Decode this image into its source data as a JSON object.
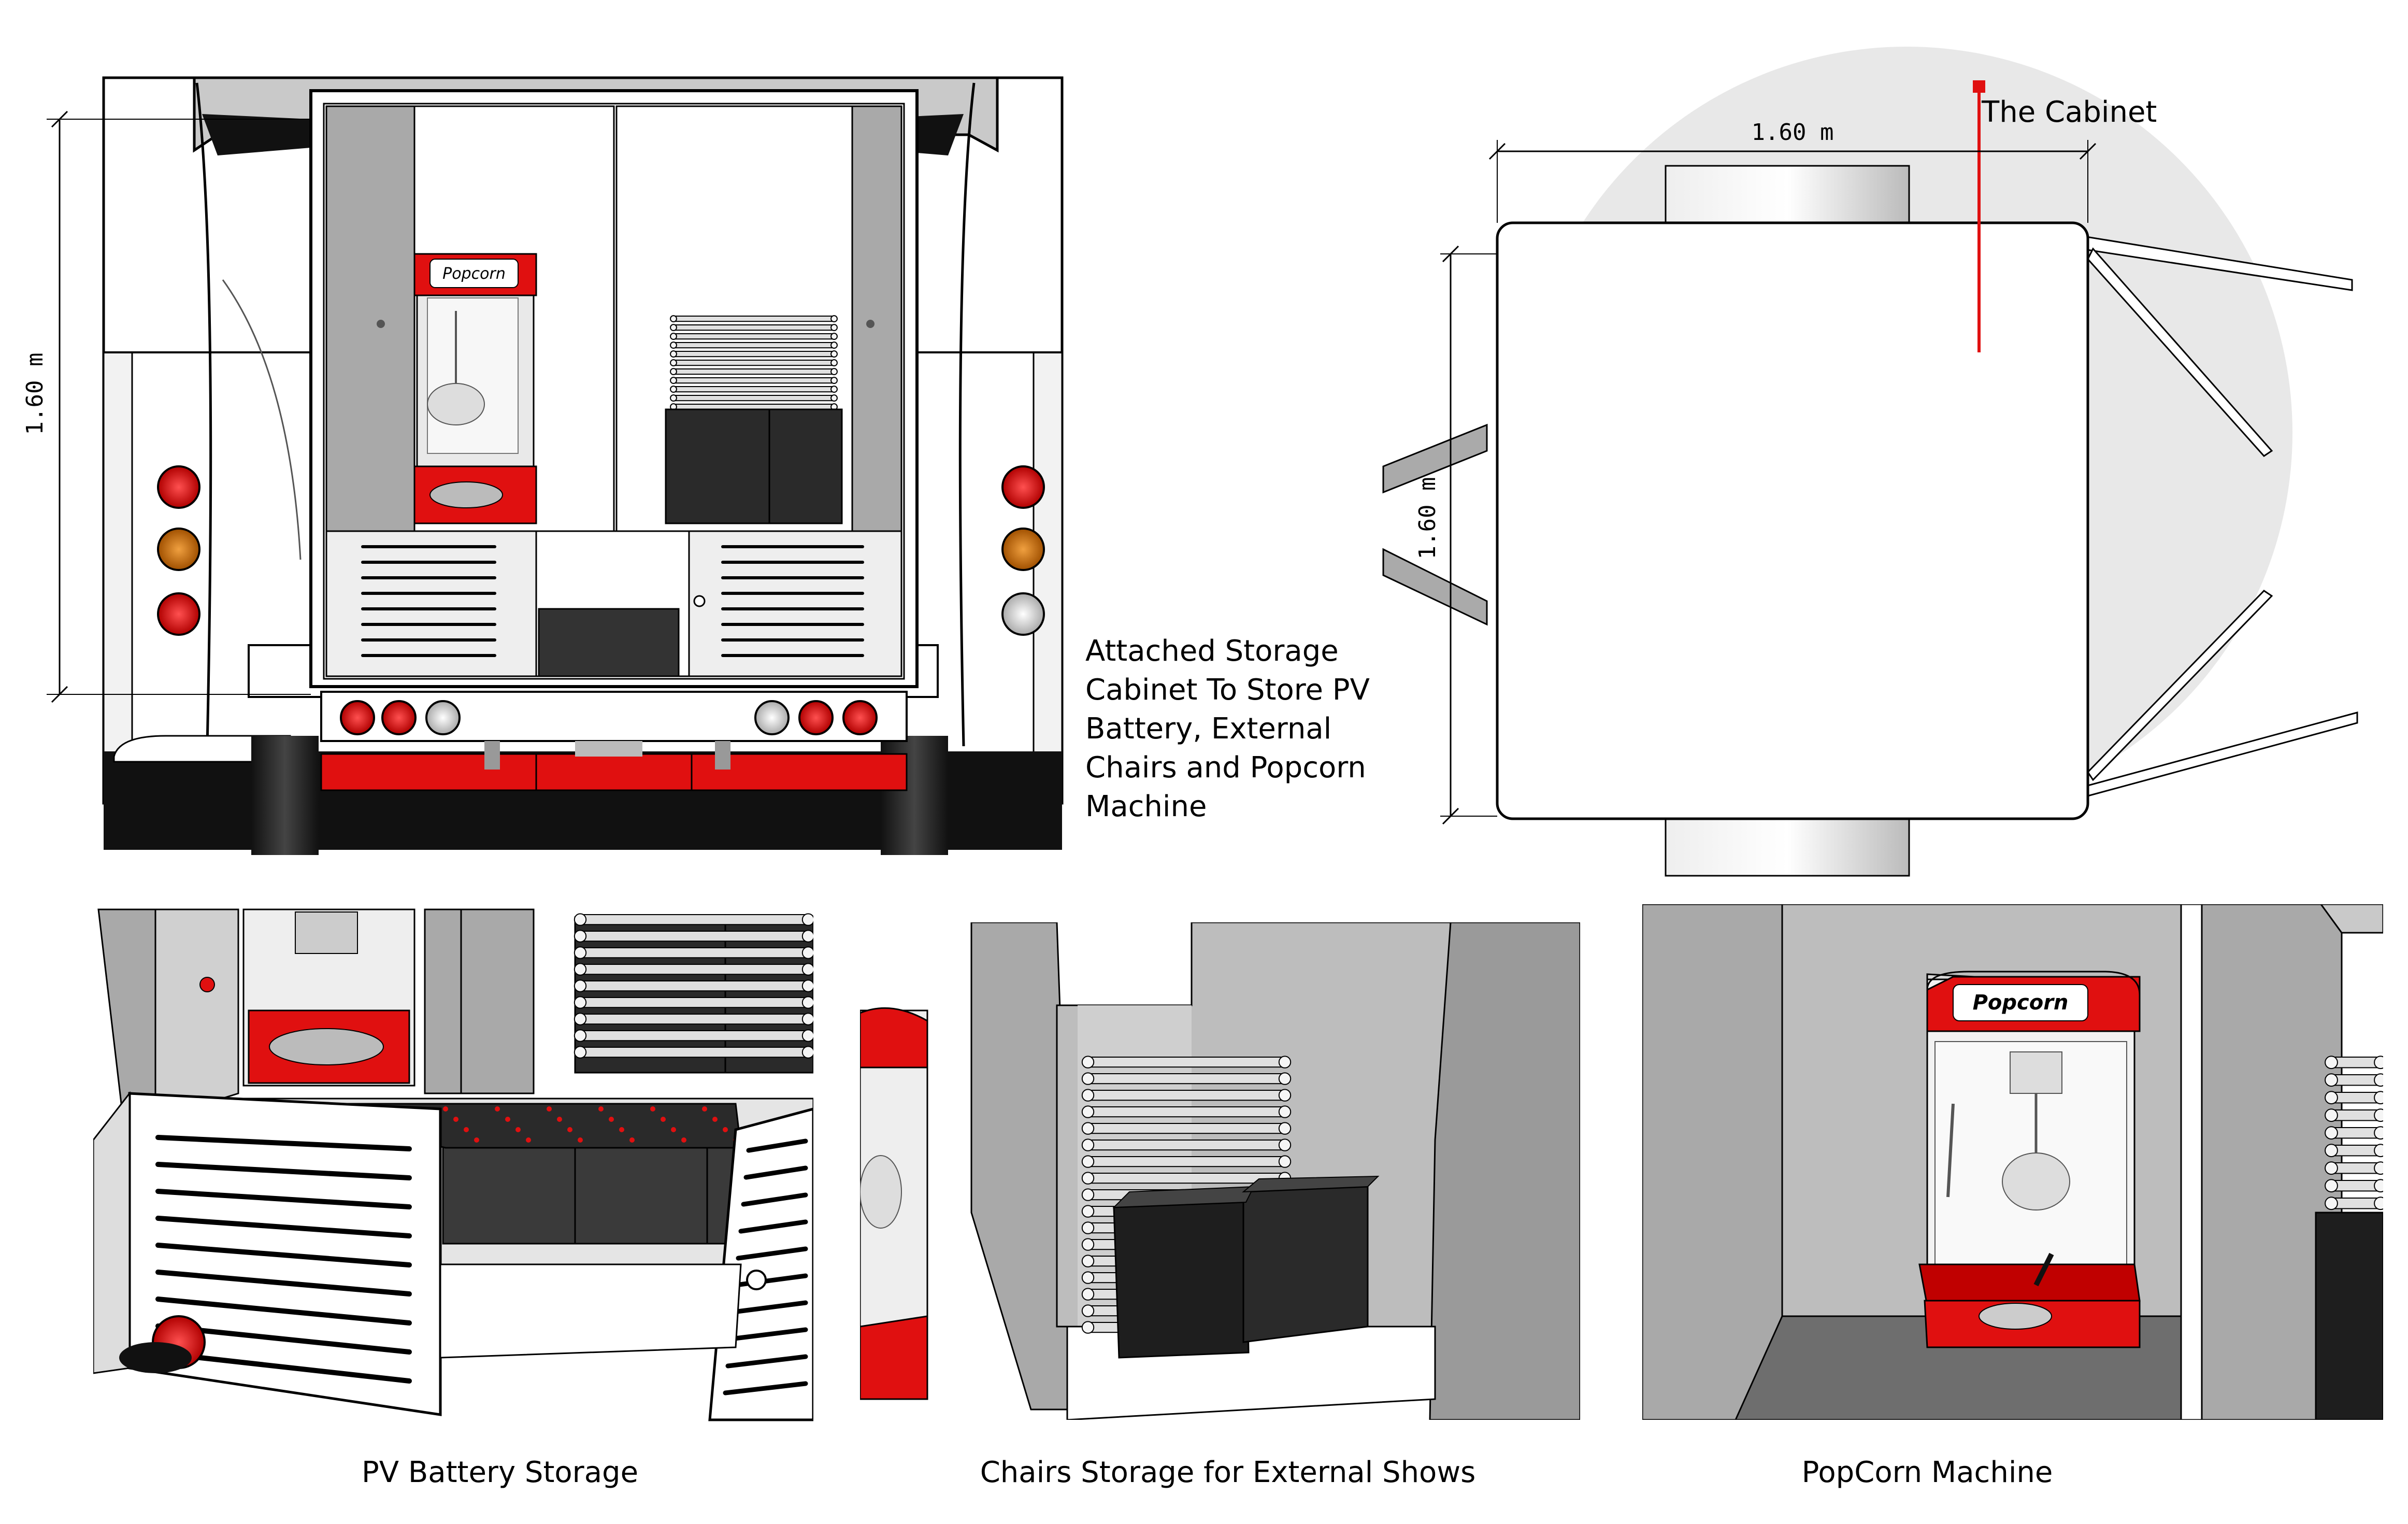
{
  "rear_view": {
    "dimension_label": "1.60 m"
  },
  "top_view": {
    "width_label": "1.60 m",
    "depth_label": "1.60 m",
    "cabinet_label": "The Cabinet"
  },
  "description_lines": [
    "Attached  Storage",
    "Cabinet To Store PV",
    "Battery, External",
    "Chairs and Popcorn",
    "Machine"
  ],
  "popcorn_brand": "Popcorn",
  "captions": {
    "pv_battery": "PV Battery Storage",
    "chairs": "Chairs Storage for External Shows",
    "popcorn": "PopCorn Machine"
  },
  "colors": {
    "accent_red": "#e01010",
    "dark_box": "#2a2a2a",
    "panel_grey": "#bdbdbd",
    "amber": "#c87010"
  }
}
